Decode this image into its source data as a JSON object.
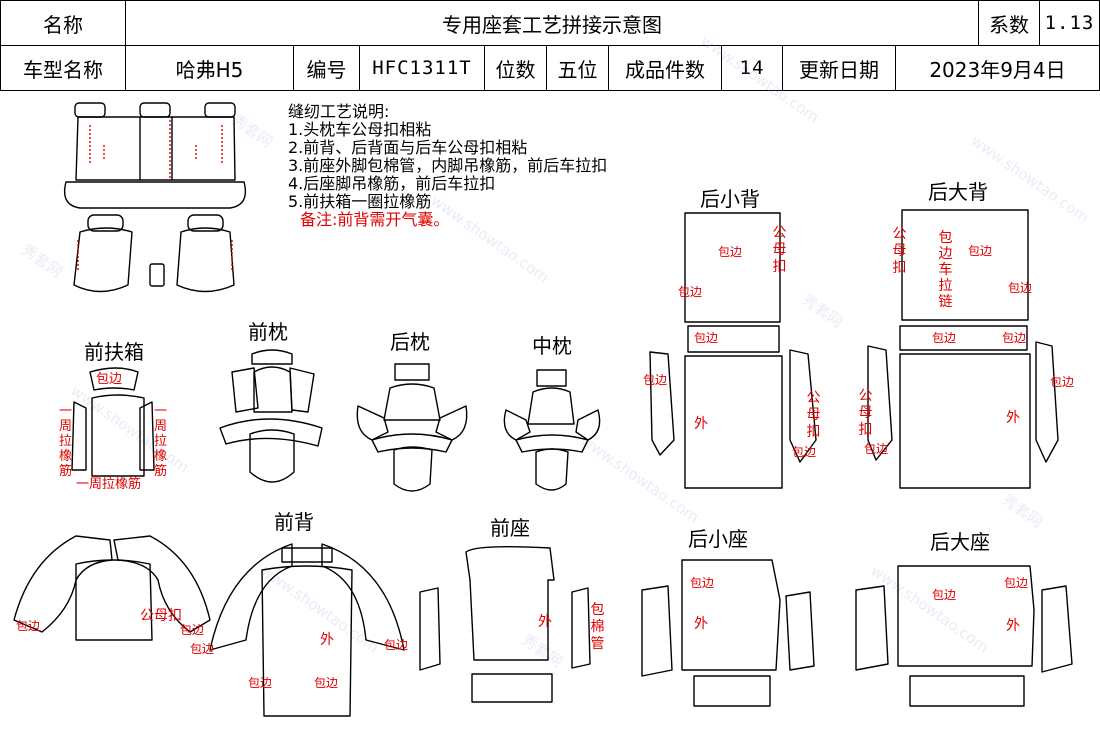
{
  "header": {
    "name_label": "名称",
    "doc_title": "专用座套工艺拼接示意图",
    "coef_label": "系数",
    "coef_value": "1.13",
    "model_label": "车型名称",
    "model_value": "哈弗H5",
    "code_label": "编号",
    "code_value": "HFC1311T",
    "seats_label": "位数",
    "seats_value": "五位",
    "pieces_label": "成品件数",
    "pieces_value": "14",
    "date_label": "更新日期",
    "date_value": "2023年9月4日"
  },
  "notes": {
    "heading": "缝纫工艺说明:",
    "items": [
      "1.头枕车公母扣相粘",
      "2.前背、后背面与后车公母扣相粘",
      "3.前座外脚包棉管，内脚吊橡筋，前后车拉扣",
      "4.后座脚吊橡筋，前后车拉扣",
      "5.前扶箱一圈拉橡筋"
    ],
    "remark": "备注:前背需开气囊。"
  },
  "parts": {
    "front_armrest": "前扶箱",
    "front_pillow": "前枕",
    "rear_pillow": "后枕",
    "middle_pillow": "中枕",
    "rear_small_back": "后小背",
    "rear_large_back": "后大背",
    "front_back": "前背",
    "front_seat": "前座",
    "rear_small_seat": "后小座",
    "rear_large_seat": "后大座"
  },
  "annotations": {
    "edge": "包边",
    "loop_elastic": "一周拉橡筋",
    "snap": "公母扣",
    "outer": "外",
    "zipper_edge": "包边车拉链",
    "cotton_tube": "包棉管"
  },
  "watermarks": [
    "www.showtao.com",
    "秀套网"
  ],
  "colors": {
    "line": "#000000",
    "annotation": "#e00000"
  }
}
